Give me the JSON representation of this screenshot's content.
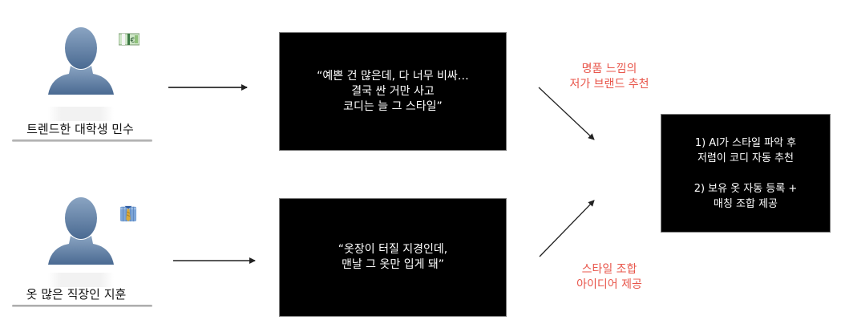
{
  "colors": {
    "background": "#ffffff",
    "box_fill": "#000000",
    "box_text": "#ffffff",
    "accent_red": "#e8554a",
    "avatar_blue": "#5a7aa0"
  },
  "personas": [
    {
      "label": "트렌드한 대학생 민수",
      "badge_icon": "money-banknote-icon",
      "quote_lines": [
        "“예쁜 건 많은데, 다 너무 비싸…",
        "결국 싼 거만 사고",
        "코디는 늘 그 스타일”"
      ]
    },
    {
      "label": "옷 많은 직장인 지훈",
      "badge_icon": "shirt-and-tie-icon",
      "quote_lines": [
        "“옷장이 터질 지경인데,",
        "맨날 그 옷만 입게 돼”"
      ]
    }
  ],
  "connectors": [
    {
      "label_lines": [
        "명품 느낌의",
        "저가 브랜드 추천"
      ]
    },
    {
      "label_lines": [
        "스타일 조합",
        "아이디어 제공"
      ]
    }
  ],
  "solution": {
    "item1_lines": [
      "1) AI가 스타일 파악 후",
      "저렴이 코디 자동 추천"
    ],
    "item2_lines": [
      "2) 보유 옷 자동 등록 +",
      "매칭 조합 제공"
    ]
  }
}
